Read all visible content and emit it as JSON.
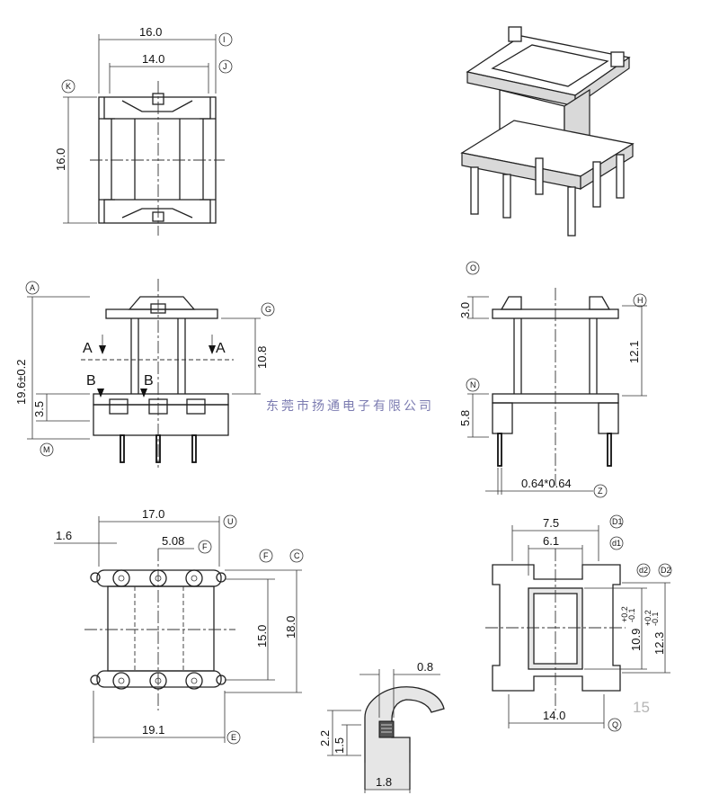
{
  "top_view": {
    "dims": {
      "width_outer": "16.0",
      "width_inner": "14.0",
      "height": "16.0"
    },
    "labels": {
      "outer": "I",
      "inner": "J",
      "height": "K"
    }
  },
  "front_view": {
    "dims": {
      "total_height": "19.6±0.2",
      "upper_height": "10.8",
      "base_height": "3.5"
    },
    "labels": {
      "top": "A",
      "flange": "G",
      "bottom": "M"
    },
    "sections": {
      "a_left": "A",
      "a_right": "A",
      "b_left": "B",
      "b_right": "B"
    }
  },
  "side_view": {
    "dims": {
      "top_flange": "3.0",
      "upper": "12.1",
      "lower": "5.8",
      "pin": "0.64*0.64"
    },
    "labels": {
      "top_flange": "O",
      "upper": "H",
      "lower": "N",
      "pin": "Z"
    }
  },
  "bottom_view": {
    "dims": {
      "width": "17.0",
      "offset": "1.6",
      "pitch": "5.08",
      "inner_h": "15.0",
      "outer_h": "18.0",
      "base_w": "19.1"
    },
    "labels": {
      "width": "U",
      "pitch": "F",
      "inner_h": "F",
      "outer_h": "C",
      "base_w": "E"
    }
  },
  "section_view": {
    "dims": {
      "outer_w": "7.5",
      "inner_w": "6.1",
      "h1": "10.9",
      "h1_tol_upper": "+0.2",
      "h1_tol_lower": "-0.1",
      "h2": "12.3",
      "h2_tol_upper": "+0.2",
      "h2_tol_lower": "-0.1",
      "base_w": "14.0"
    },
    "labels": {
      "outer_w": "D1",
      "inner_w": "d1",
      "h1": "d2",
      "h2": "D2",
      "base_w": "Q"
    }
  },
  "detail_view": {
    "dims": {
      "gap": "0.8",
      "h_outer": "2.2",
      "h_inner": "1.5",
      "width": "1.8"
    }
  },
  "watermark": "东莞市扬通电子有限公司",
  "page_number": "15"
}
